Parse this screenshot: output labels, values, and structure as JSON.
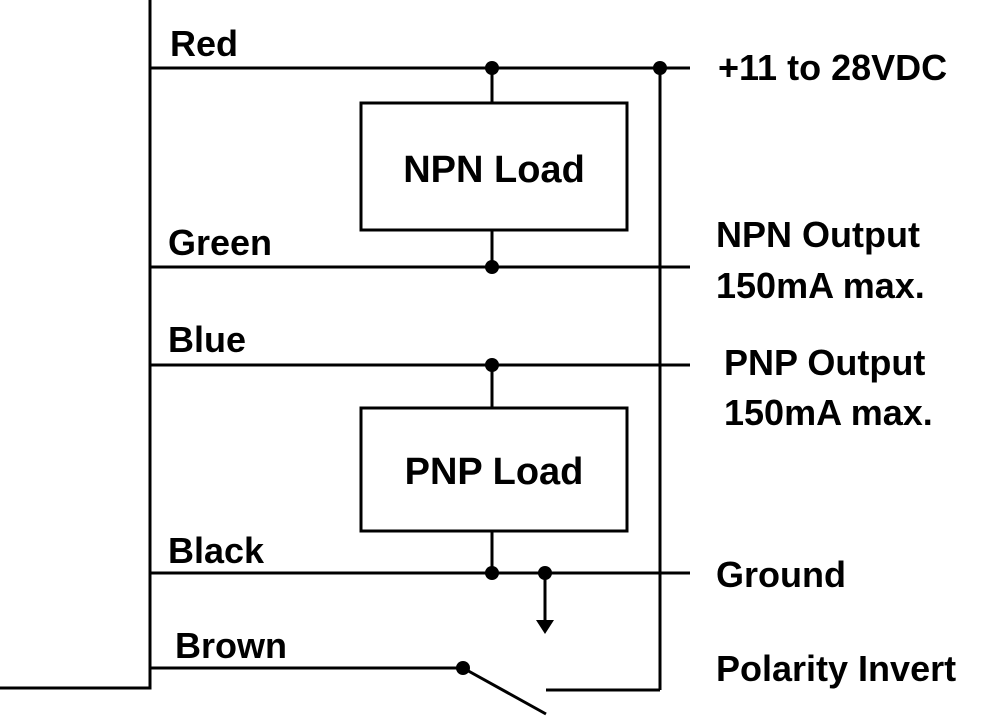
{
  "wires": {
    "red": "Red",
    "green": "Green",
    "blue": "Blue",
    "black": "Black",
    "brown": "Brown"
  },
  "loads": {
    "npn": "NPN Load",
    "pnp": "PNP Load"
  },
  "terminals": {
    "supply": "+11 to 28VDC",
    "npn_output": {
      "line1": "NPN Output",
      "line2": "150mA max."
    },
    "pnp_output": {
      "line1": "PNP Output",
      "line2": "150mA max."
    },
    "ground": "Ground",
    "polarity_invert": "Polarity Invert"
  },
  "colors": {
    "ink": "#000000",
    "background": "#ffffff"
  }
}
